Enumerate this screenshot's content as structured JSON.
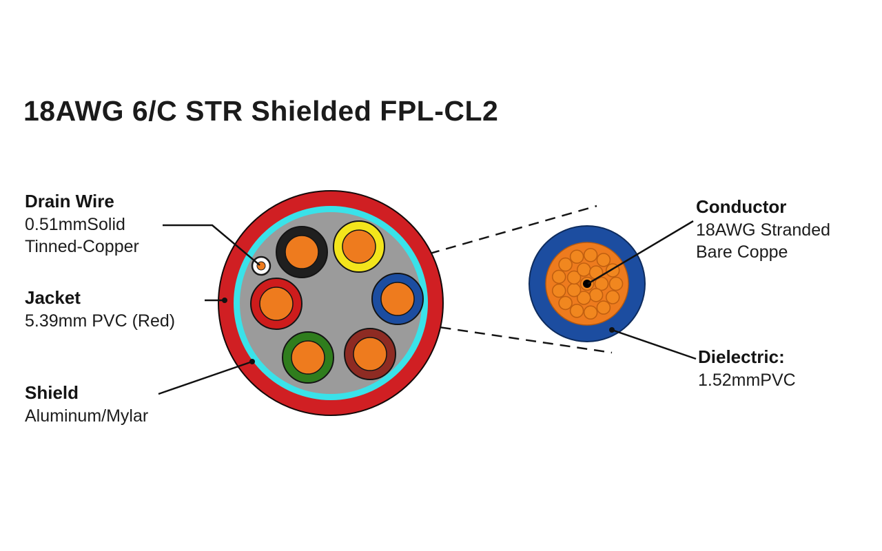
{
  "title": "18AWG 6/C STR Shielded FPL-CL2",
  "labels": {
    "drain_wire": {
      "heading": "Drain Wire",
      "line1": "0.51mmSolid",
      "line2": "Tinned-Copper"
    },
    "jacket": {
      "heading": "Jacket",
      "line1": "5.39mm PVC (Red)"
    },
    "shield": {
      "heading": "Shield",
      "line1": "Aluminum/Mylar"
    },
    "conductor": {
      "heading": "Conductor",
      "line1": "18AWG Stranded",
      "line2": "Bare Coppe"
    },
    "dielectric": {
      "heading": "Dielectric:",
      "line1": "1.52mmPVC"
    }
  },
  "colors": {
    "jacket": "#d01f23",
    "shield": "#3ae2e9",
    "filler": "#9b9b9b",
    "conductor_core": "#ee7b1e",
    "dielectric_blue": "#1c4da0",
    "strand": "#f1871f",
    "strand_outline": "#c05f10",
    "drain_core": "#ee7b1e",
    "line": "#111111"
  },
  "conductors": [
    {
      "name": "black",
      "ring": "#1f1f1f"
    },
    {
      "name": "yellow",
      "ring": "#f3e51c"
    },
    {
      "name": "blue",
      "ring": "#1c4da0"
    },
    {
      "name": "maroon",
      "ring": "#8e2b23"
    },
    {
      "name": "green",
      "ring": "#2f7d1d"
    },
    {
      "name": "red",
      "ring": "#ce1c1c"
    }
  ]
}
